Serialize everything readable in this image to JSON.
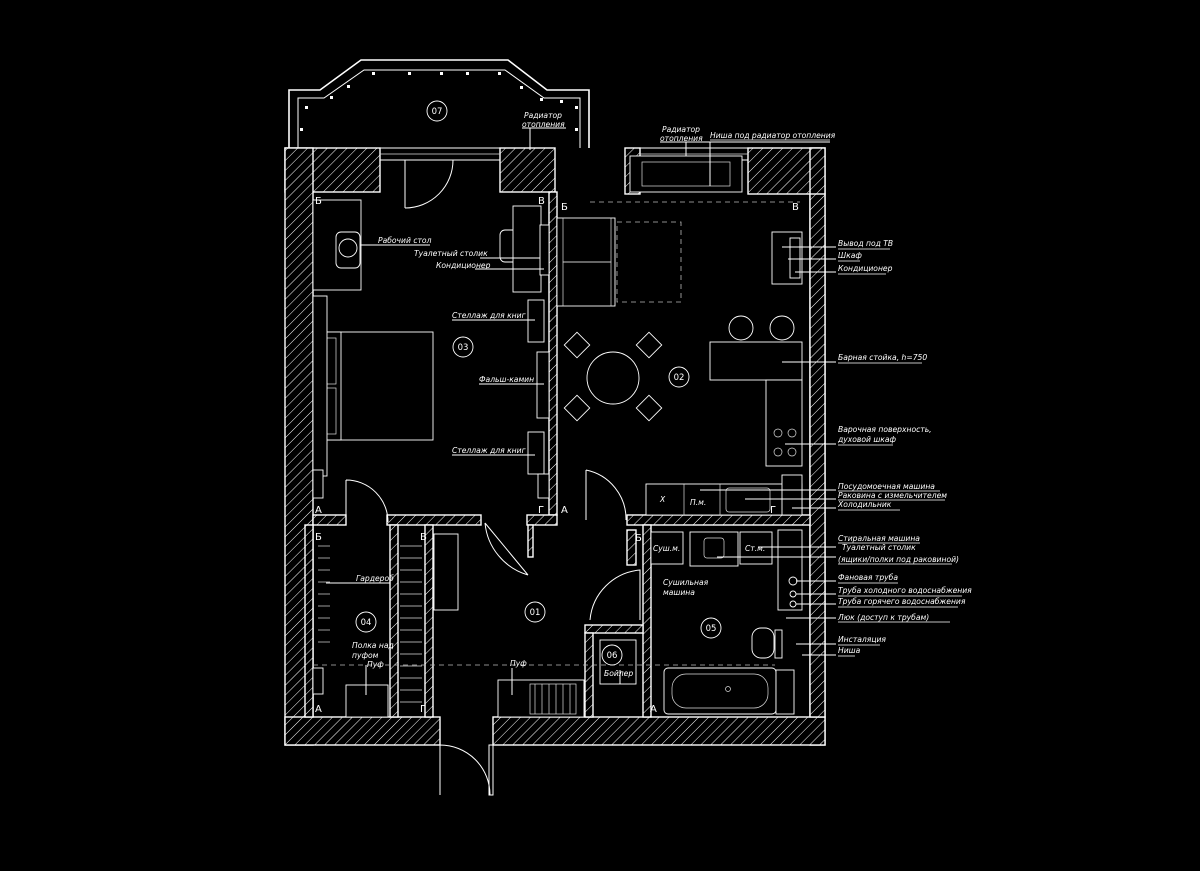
{
  "rooms": {
    "r01": "01",
    "r02": "02",
    "r03": "03",
    "r04": "04",
    "r05": "05",
    "r06": "06",
    "r07": "07"
  },
  "corners": {
    "a": "А",
    "b": "Б",
    "v": "В",
    "g": "Г"
  },
  "labels": {
    "radiator_balcony": [
      "Радиатор",
      "отопления"
    ],
    "radiator_living": [
      "Радиатор",
      "отопления"
    ],
    "niche_radiator": "Ниша под радиатор отопления",
    "desk": "Рабочий стол",
    "vanity_bedroom": "Туалетный столик",
    "ac_bedroom": "Кондиционер",
    "bookshelf_1": "Стеллаж для книг",
    "fireplace": "Фальш-камин",
    "bookshelf_2": "Стеллаж для книг",
    "tv_outlet": "Вывод под ТВ",
    "cabinet": "Шкаф",
    "ac_living": "Кондиционер",
    "bar_counter": "Барная стойка, h=750",
    "hob": [
      "Варочная поверхность,",
      "духовой шкаф"
    ],
    "dishwasher": "Посудомоечная машина",
    "sink_shredder": "Раковина с измельчителем",
    "fridge": "Холодильник",
    "washing_machine": "Стиральная машина",
    "vanity_bath": "Туалетный столик",
    "vanity_bath_sub": "(ящики/полки под раковиной)",
    "sewer_pipe": "Фановая труба",
    "cold_water": "Труба холодного водоснабжения",
    "hot_water": "Труба горячего водоснабжения",
    "hatch": "Люк (доступ к трубам)",
    "installation": "Инсталяция",
    "niche": "Ниша",
    "wardrobe": "Гардероб",
    "shelf_pouf": [
      "Полка над",
      "пуфом"
    ],
    "pouf_1": "Пуф",
    "pouf_2": "Пуф",
    "boiler": "Бойлер",
    "dryer": [
      "Сушильная",
      "машина"
    ],
    "dryer_short": "Суш.м.",
    "washer_short": "Ст.м.",
    "pm_short": "П.м.",
    "x_mark": "Х"
  }
}
